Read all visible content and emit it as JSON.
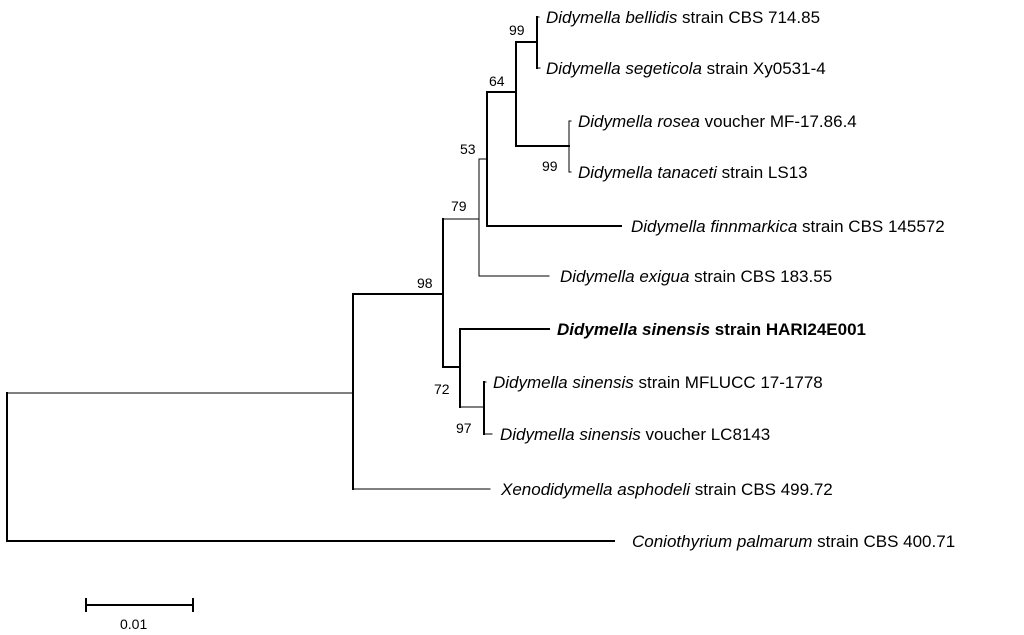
{
  "taxa": [
    {
      "id": "t1",
      "genus_species": "Didymella bellidis",
      "rest": " strain CBS 714.85",
      "bold": false
    },
    {
      "id": "t2",
      "genus_species": "Didymella segeticola",
      "rest": " strain Xy0531-4",
      "bold": false
    },
    {
      "id": "t3",
      "genus_species": "Didymella rosea",
      "rest": " voucher MF-17.86.4",
      "bold": false
    },
    {
      "id": "t4",
      "genus_species": "Didymella tanaceti",
      "rest": " strain LS13",
      "bold": false
    },
    {
      "id": "t5",
      "genus_species": "Didymella finnmarkica",
      "rest": " strain CBS 145572",
      "bold": false
    },
    {
      "id": "t6",
      "genus_species": "Didymella exigua",
      "rest": " strain CBS 183.55",
      "bold": false
    },
    {
      "id": "t7",
      "genus_species": "Didymella sinensis",
      "rest": " strain HARI24E001",
      "bold": true
    },
    {
      "id": "t8",
      "genus_species": "Didymella sinensis",
      "rest": " strain MFLUCC 17-1778",
      "bold": false
    },
    {
      "id": "t9",
      "genus_species": "Didymella sinensis",
      "rest": " voucher LC8143",
      "bold": false
    },
    {
      "id": "t10",
      "genus_species": "Xenodidymella asphodeli",
      "rest": " strain CBS 499.72",
      "bold": false
    },
    {
      "id": "t11",
      "genus_species": "Coniothyrium palmarum",
      "rest": " strain CBS 400.71",
      "bold": false
    }
  ],
  "bootstrap_values": {
    "bellidis_segeticola": "99",
    "bellidis_tanaceti_clade": "64",
    "rosea_tanaceti": "99",
    "core_didymella": "53",
    "didymella_with_exigua": "79",
    "didymella_all": "98",
    "sinensis_clade": "72",
    "sinensis_mfl_lc": "97"
  },
  "scale_bar": {
    "label": "0.01"
  }
}
